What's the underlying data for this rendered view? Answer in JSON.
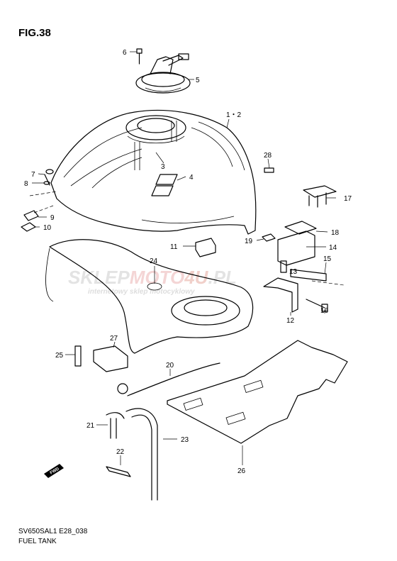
{
  "figure": {
    "title": "FIG.38"
  },
  "footer": {
    "code": "SV650SAL1 E28_038",
    "name": "FUEL TANK"
  },
  "watermark": {
    "brand_a": "SKLEP",
    "brand_b": "MOTO",
    "brand_c": "4U",
    "brand_d": ".PL",
    "tagline": "internetowy sklep motocyklowy"
  },
  "arrow": {
    "label": "FWD"
  },
  "parts": [
    {
      "id": "p6",
      "label": "6"
    },
    {
      "id": "p5",
      "label": "5"
    },
    {
      "id": "p1-2",
      "label": "1・2"
    },
    {
      "id": "p3",
      "label": "3"
    },
    {
      "id": "p4",
      "label": "4"
    },
    {
      "id": "p28",
      "label": "28"
    },
    {
      "id": "p7",
      "label": "7"
    },
    {
      "id": "p8",
      "label": "8"
    },
    {
      "id": "p17",
      "label": "17"
    },
    {
      "id": "p9",
      "label": "9"
    },
    {
      "id": "p10",
      "label": "10"
    },
    {
      "id": "p18",
      "label": "18"
    },
    {
      "id": "p11",
      "label": "11"
    },
    {
      "id": "p19",
      "label": "19"
    },
    {
      "id": "p14",
      "label": "14"
    },
    {
      "id": "p24",
      "label": "24"
    },
    {
      "id": "p15",
      "label": "15"
    },
    {
      "id": "p13",
      "label": "13"
    },
    {
      "id": "p12",
      "label": "12"
    },
    {
      "id": "p16",
      "label": "16"
    },
    {
      "id": "p27",
      "label": "27"
    },
    {
      "id": "p25",
      "label": "25"
    },
    {
      "id": "p20",
      "label": "20"
    },
    {
      "id": "p21",
      "label": "21"
    },
    {
      "id": "p23",
      "label": "23"
    },
    {
      "id": "p22",
      "label": "22"
    },
    {
      "id": "p26",
      "label": "26"
    }
  ]
}
